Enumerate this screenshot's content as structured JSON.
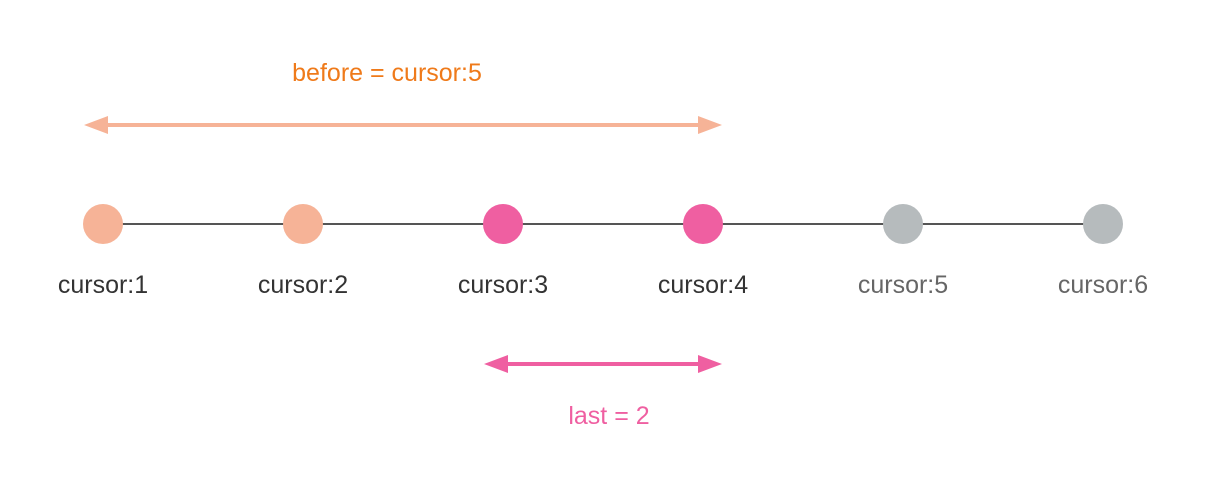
{
  "diagram": {
    "before_label": "before = cursor:5",
    "last_label": "last = 2",
    "nodes": [
      {
        "label": "cursor:1",
        "state": "before-range"
      },
      {
        "label": "cursor:2",
        "state": "before-range"
      },
      {
        "label": "cursor:3",
        "state": "selected"
      },
      {
        "label": "cursor:4",
        "state": "selected"
      },
      {
        "label": "cursor:5",
        "state": "excluded"
      },
      {
        "label": "cursor:6",
        "state": "excluded"
      }
    ]
  },
  "colors": {
    "before_arrow": "#f6b397",
    "before_text": "#ef7a1a",
    "last_arrow": "#ef5fa1",
    "last_text": "#ef5fa1",
    "node_before": "#f6b397",
    "node_selected": "#ef5fa1",
    "node_excluded": "#b6bbbd",
    "timeline": "#555555",
    "label_active": "#333333",
    "label_excluded": "#666666"
  }
}
